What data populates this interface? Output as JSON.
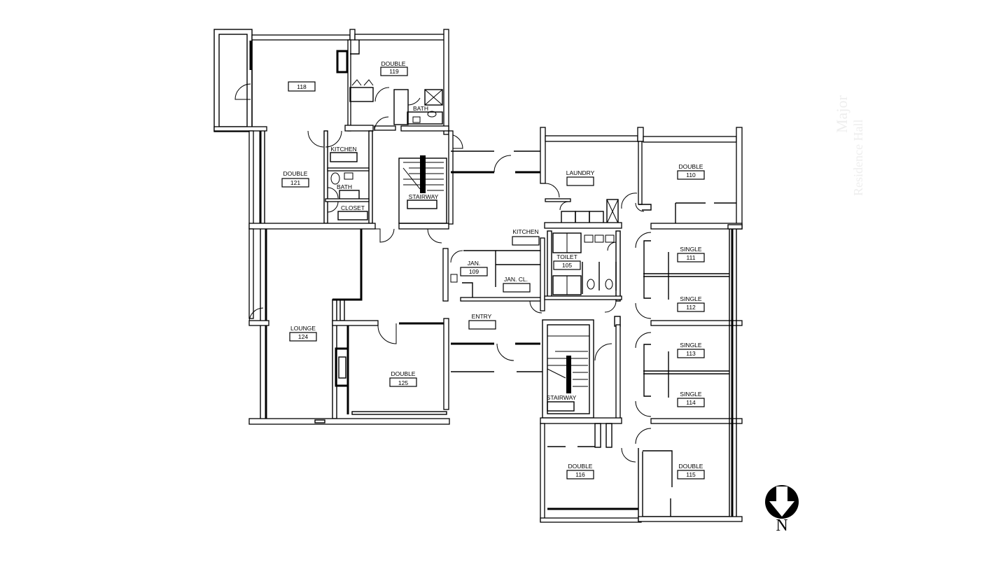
{
  "watermark": {
    "line1": "Major",
    "line2": "Residence Hall"
  },
  "compass": {
    "label": "N",
    "direction": "down"
  },
  "rooms": {
    "r118": {
      "type": "",
      "number": "118"
    },
    "r119": {
      "type": "DOUBLE",
      "number": "119"
    },
    "r119_bath": {
      "type": "BATH"
    },
    "r121": {
      "type": "DOUBLE",
      "number": "121"
    },
    "r121_kitchen": {
      "type": "KITCHEN"
    },
    "r121_bath": {
      "type": "BATH"
    },
    "r121_closet": {
      "type": "CLOSET"
    },
    "stair_north": {
      "type": "STAIRWAY",
      "number": ""
    },
    "r124": {
      "type": "LOUNGE",
      "number": "124"
    },
    "r125": {
      "type": "DOUBLE",
      "number": "125"
    },
    "r109": {
      "type": "JAN.",
      "number": "109"
    },
    "jan_cl": {
      "type": "JAN. CL.",
      "number": ""
    },
    "kitchen": {
      "type": "KITCHEN",
      "number": ""
    },
    "entry": {
      "type": "ENTRY",
      "number": ""
    },
    "laundry": {
      "type": "LAUNDRY",
      "number": ""
    },
    "r105": {
      "type": "TOILET",
      "number": "105"
    },
    "r110": {
      "type": "DOUBLE",
      "number": "110"
    },
    "r111": {
      "type": "SINGLE",
      "number": "111"
    },
    "r112": {
      "type": "SINGLE",
      "number": "112"
    },
    "r113": {
      "type": "SINGLE",
      "number": "113"
    },
    "r114": {
      "type": "SINGLE",
      "number": "114"
    },
    "stair_south": {
      "type": "STAIRWAY",
      "number": ""
    },
    "r116": {
      "type": "DOUBLE",
      "number": "116"
    },
    "r115": {
      "type": "DOUBLE",
      "number": "115"
    }
  },
  "colors": {
    "line": "#000000",
    "background": "#ffffff",
    "watermark": "#eeeeee"
  }
}
